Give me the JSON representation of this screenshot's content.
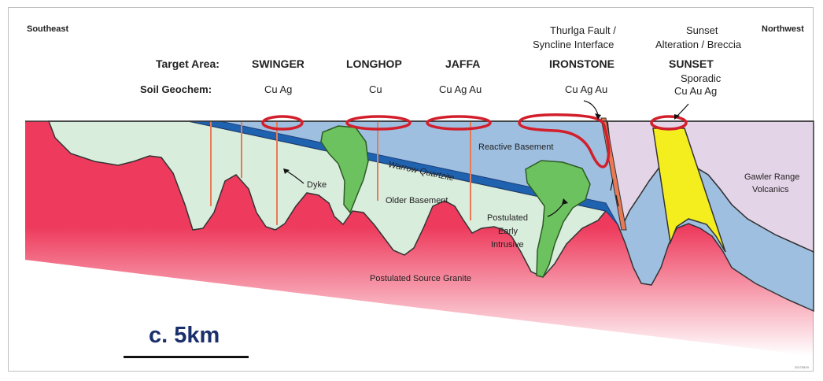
{
  "directions": {
    "left": "Southeast",
    "right": "Northwest"
  },
  "row_labels": {
    "target": "Target Area:",
    "soil": "Soil Geochem:"
  },
  "targets": [
    {
      "name": "SWINGER",
      "geochem": [
        "Cu Ag"
      ]
    },
    {
      "name": "LONGHOP",
      "geochem": [
        "Cu"
      ]
    },
    {
      "name": "JAFFA",
      "geochem": [
        "Cu Ag Au"
      ]
    },
    {
      "name": "IRONSTONE",
      "subtitle": [
        "Thurlga Fault /",
        "Syncline Interface"
      ],
      "geochem": [
        "Cu Ag Au"
      ]
    },
    {
      "name": "SUNSET",
      "subtitle": [
        "Sunset",
        "Alteration / Breccia"
      ],
      "geochem": [
        "Sporadic",
        "Cu Au Ag"
      ]
    }
  ],
  "units": {
    "reactive_basement": "Reactive Basement",
    "warrow_quartzite": "Warrow Quartzite",
    "older_basement": "Older Basement",
    "dyke": "Dyke",
    "early_intrusive": [
      "Postulated",
      "Early",
      "Intrusive"
    ],
    "source_granite": "Postulated Source Granite",
    "gawler": [
      "Gawler Range",
      "Volcanics"
    ]
  },
  "scale_label": "c. 5km",
  "figure_code": "20170519",
  "colors": {
    "granite": "#ee3a5c",
    "older_basement": "#d9eddc",
    "reactive_basement": "#9fbfe0",
    "quartzite": "#1f63b0",
    "intrusive": "#6cc25e",
    "volcanics": "#e4d4e8",
    "breccia": "#f4ee1f",
    "target_ellipse": "#d21f2b",
    "dyke": "#e87a55",
    "scale_text": "#1a2f6b"
  }
}
